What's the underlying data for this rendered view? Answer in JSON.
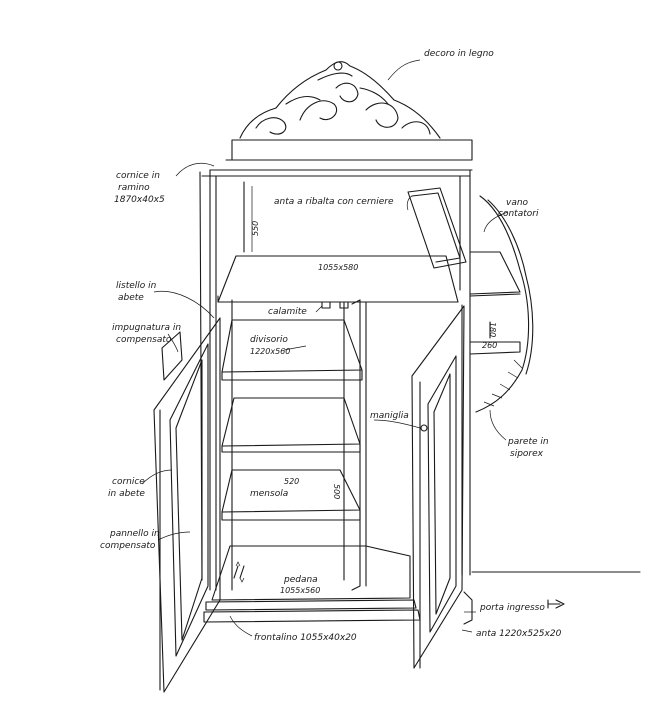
{
  "labels": {
    "decoro": "decoro in legno",
    "cornice_ramino": [
      "cornice in",
      "ramino",
      "1870x40x5"
    ],
    "anta_ribalta": "anta a ribalta con cerniere",
    "vano_contatori": [
      "vano",
      "contatori"
    ],
    "listello": [
      "listello in",
      "abete"
    ],
    "impugnatura": [
      "impugnatura in",
      "compensato"
    ],
    "calamite": "calamite",
    "divisorio": [
      "divisorio",
      "1220x560"
    ],
    "maniglia": "maniglia",
    "parete": [
      "parete in",
      "siporex"
    ],
    "cornice_abete": [
      "cornice",
      "in abete"
    ],
    "mensola": "mensola",
    "pannello": [
      "pannello in",
      "compensato"
    ],
    "pedana": [
      "pedana",
      "1055x560"
    ],
    "porta_ingresso": "porta ingresso",
    "frontalino": "frontalino 1055x40x20",
    "anta": "anta 1220x525x20"
  },
  "dimensions": {
    "d550": "550",
    "d1055x580": "1055x580",
    "d180": "180",
    "d260": "260",
    "d520": "520",
    "d500": "500"
  }
}
